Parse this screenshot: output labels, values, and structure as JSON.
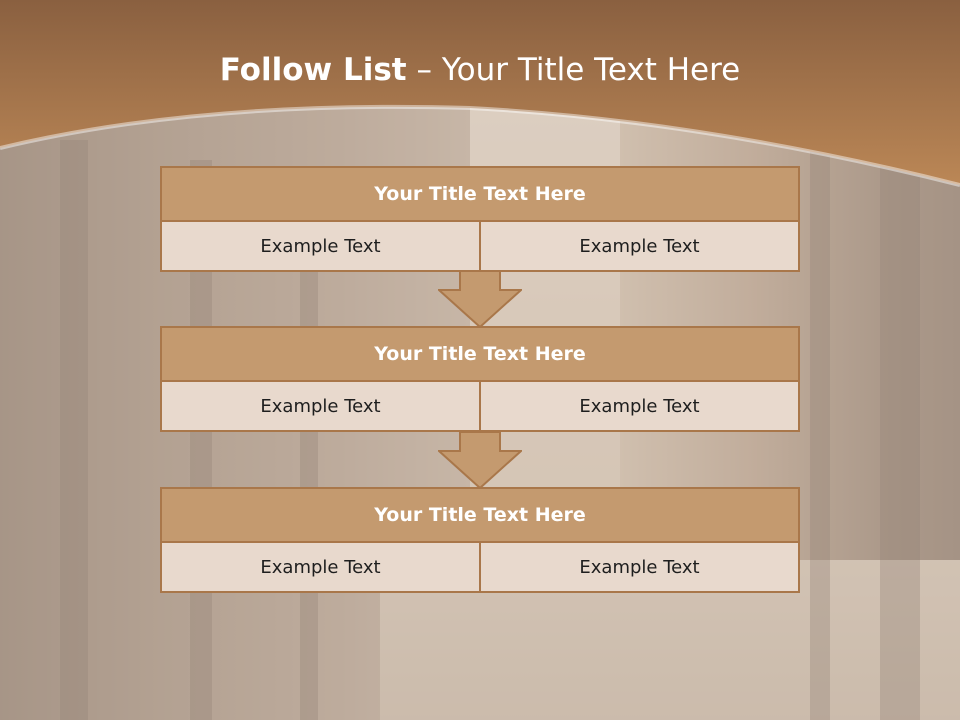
{
  "slide": {
    "title_bold": "Follow List",
    "title_rest": " – Your Title Text Here",
    "accent_color": "#b98658",
    "box_title_color": "#c49a6f",
    "cell_color": "#e8d9cd"
  },
  "steps": [
    {
      "title": "Your Title Text Here",
      "left": "Example Text",
      "right": "Example Text"
    },
    {
      "title": "Your Title Text Here",
      "left": "Example Text",
      "right": "Example Text"
    },
    {
      "title": "Your Title Text Here",
      "left": "Example Text",
      "right": "Example Text"
    }
  ],
  "icons": [
    "down-arrow-icon"
  ]
}
